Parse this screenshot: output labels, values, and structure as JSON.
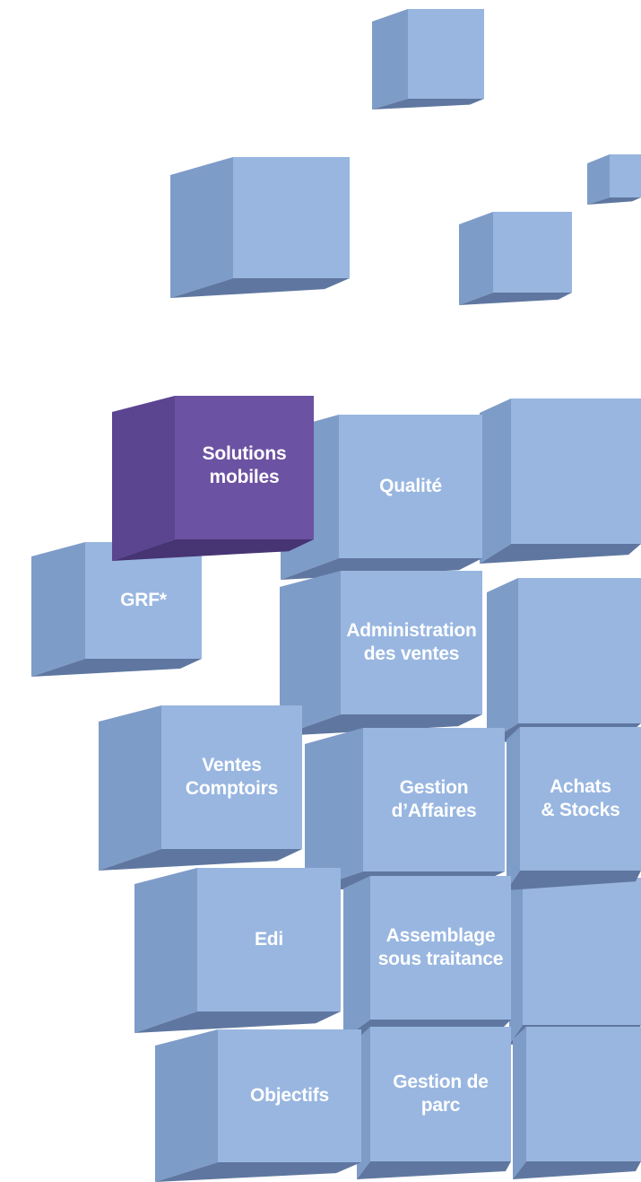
{
  "colors": {
    "cube_front": "#98B6E0",
    "cube_side": "#7E9CC8",
    "cube_bottom": "#5F77A0",
    "highlight_front": "#6C52A2",
    "highlight_side": "#5B4490",
    "highlight_bottom": "#463473",
    "label": "#FFFFFF"
  },
  "cubes": [
    {
      "id": "solutions-mobiles",
      "label": "Solutions\nmobiles",
      "highlighted": true,
      "interactable": true
    },
    {
      "id": "qualite",
      "label": "Qualité",
      "highlighted": false,
      "interactable": true
    },
    {
      "id": "grf",
      "label": "GRF*",
      "highlighted": false,
      "interactable": true
    },
    {
      "id": "administration-des-ventes",
      "label": "Administration\ndes ventes",
      "highlighted": false,
      "interactable": true
    },
    {
      "id": "ventes-comptoirs",
      "label": "Ventes\nComptoirs",
      "highlighted": false,
      "interactable": true
    },
    {
      "id": "gestion-daffaires",
      "label": "Gestion\nd’Affaires",
      "highlighted": false,
      "interactable": true
    },
    {
      "id": "achats-stocks",
      "label": "Achats\n& Stocks",
      "highlighted": false,
      "interactable": true
    },
    {
      "id": "edi",
      "label": "Edi",
      "highlighted": false,
      "interactable": true
    },
    {
      "id": "assemblage-sous-traitance",
      "label": "Assemblage\nsous traitance",
      "highlighted": false,
      "interactable": true
    },
    {
      "id": "objectifs",
      "label": "Objectifs",
      "highlighted": false,
      "interactable": true
    },
    {
      "id": "gestion-de-parc",
      "label": "Gestion de\nparc",
      "highlighted": false,
      "interactable": true
    }
  ]
}
